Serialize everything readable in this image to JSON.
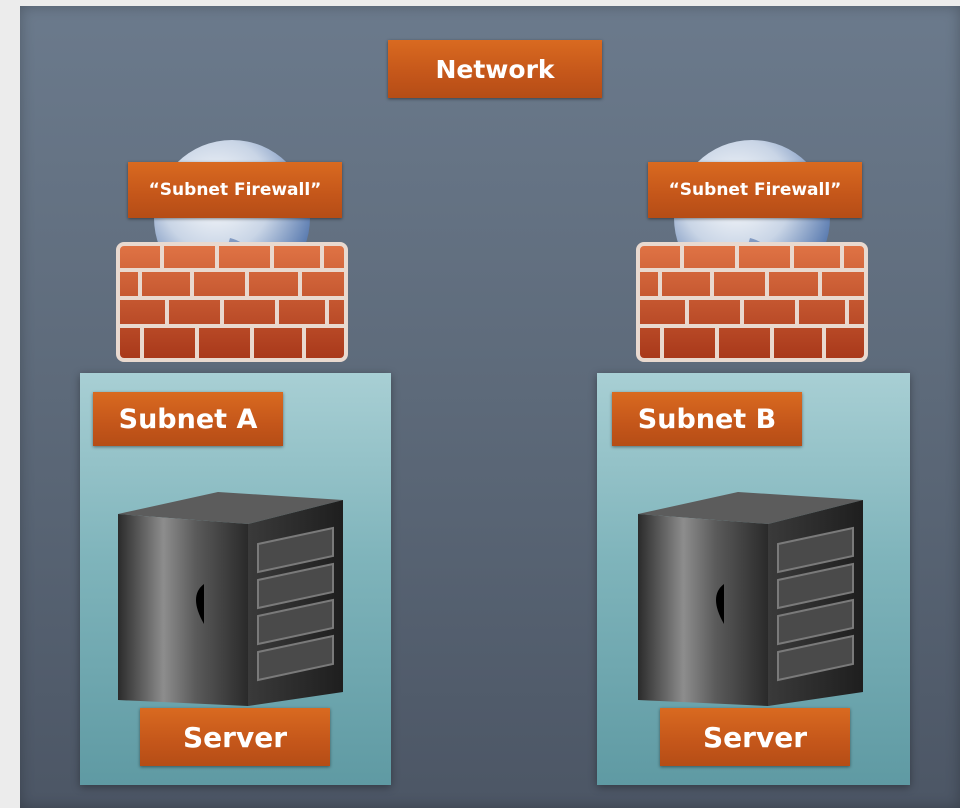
{
  "diagram": {
    "network_label": "Network",
    "firewalls": [
      {
        "label": "“Subnet Firewall”",
        "icon": "firewall-globe-icon"
      },
      {
        "label": "“Subnet Firewall”",
        "icon": "firewall-globe-icon"
      }
    ],
    "subnets": [
      {
        "label": "Subnet A",
        "server_label": "Server",
        "server_icon": "server-tower-icon"
      },
      {
        "label": "Subnet B",
        "server_label": "Server",
        "server_icon": "server-tower-icon"
      }
    ],
    "colors": {
      "background": "#5e6b7b",
      "label_fill": "#c95c1c",
      "subnet_fill": "#7fb4bb",
      "brick": "#b8461e",
      "globe": "#cfd9e8",
      "server": "#4a4a4a"
    }
  }
}
